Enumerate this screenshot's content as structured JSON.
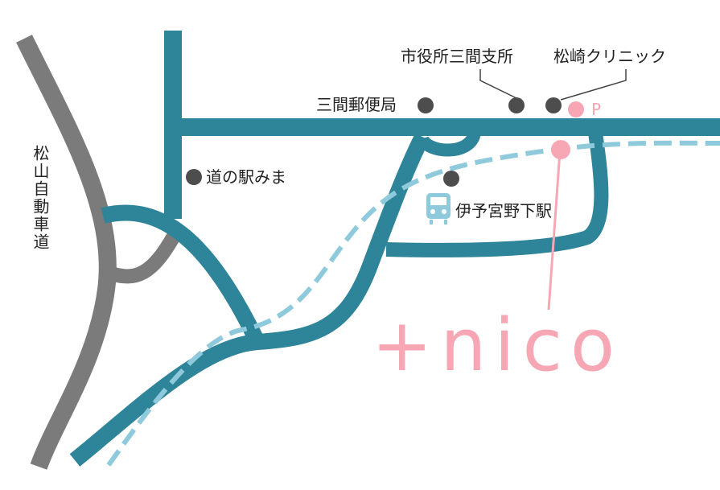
{
  "brand": "+nico",
  "labels": {
    "city_branch": "市役所三間支所",
    "clinic": "松崎クリニック",
    "post_office": "三間郵便局",
    "roadside_station": "道の駅みま",
    "station": "伊予宮野下駅",
    "expressway": "松山自動車道",
    "parking": "P"
  },
  "icons": {
    "station": "train-icon",
    "parking": "parking-marker"
  },
  "colors": {
    "road": "#2e8499",
    "expressway": "#7b7b7b",
    "railway": "#8ecadb",
    "accent_pink": "#f7a7b4",
    "poi_dot": "#4d4d4d",
    "text": "#222222"
  }
}
